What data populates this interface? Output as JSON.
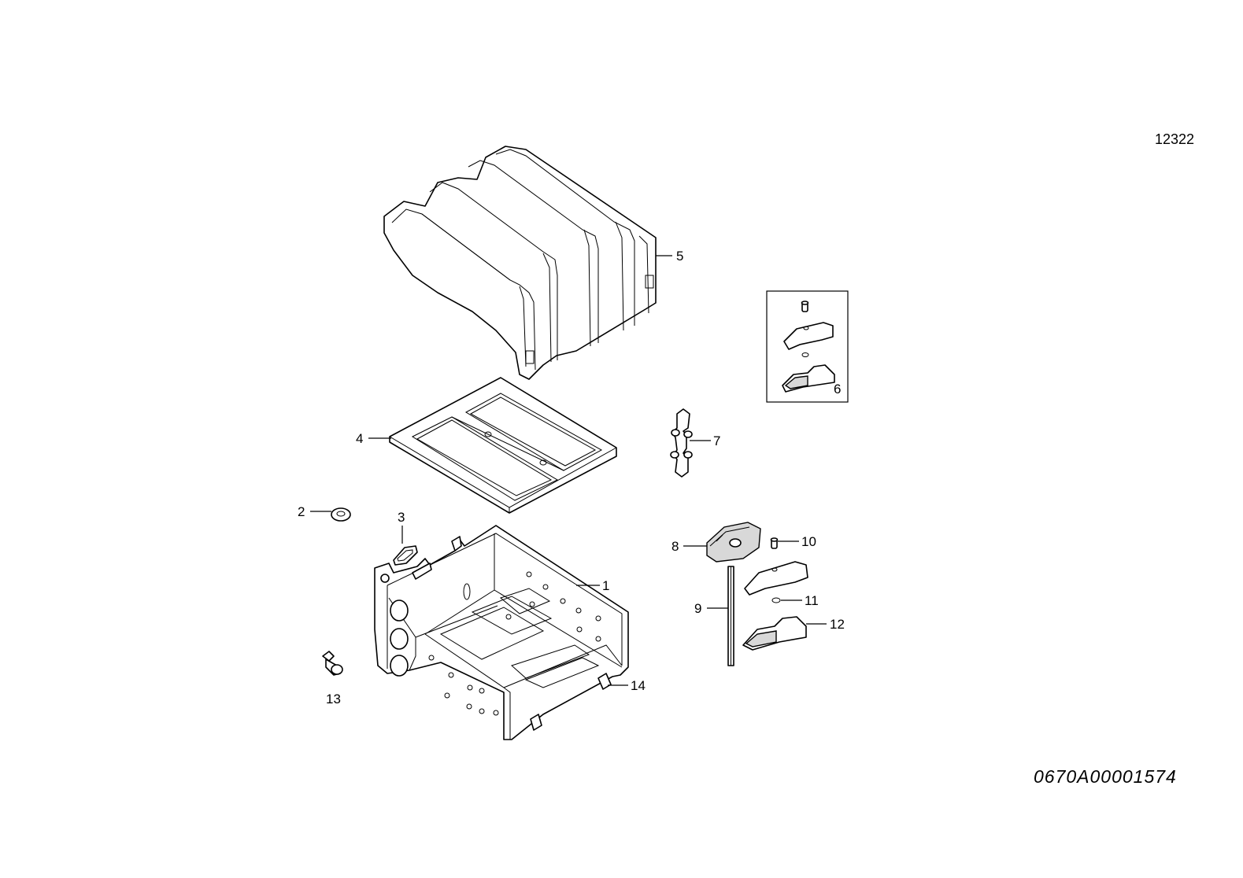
{
  "drawing": {
    "ref_number": "12322",
    "code": "0670A00001574"
  },
  "callouts": {
    "c1": "1",
    "c2": "2",
    "c3": "3",
    "c4": "4",
    "c5": "5",
    "c6": "6",
    "c7": "7",
    "c8": "8",
    "c9": "9",
    "c10": "10",
    "c11": "11",
    "c12": "12",
    "c13": "13",
    "c14": "14"
  }
}
